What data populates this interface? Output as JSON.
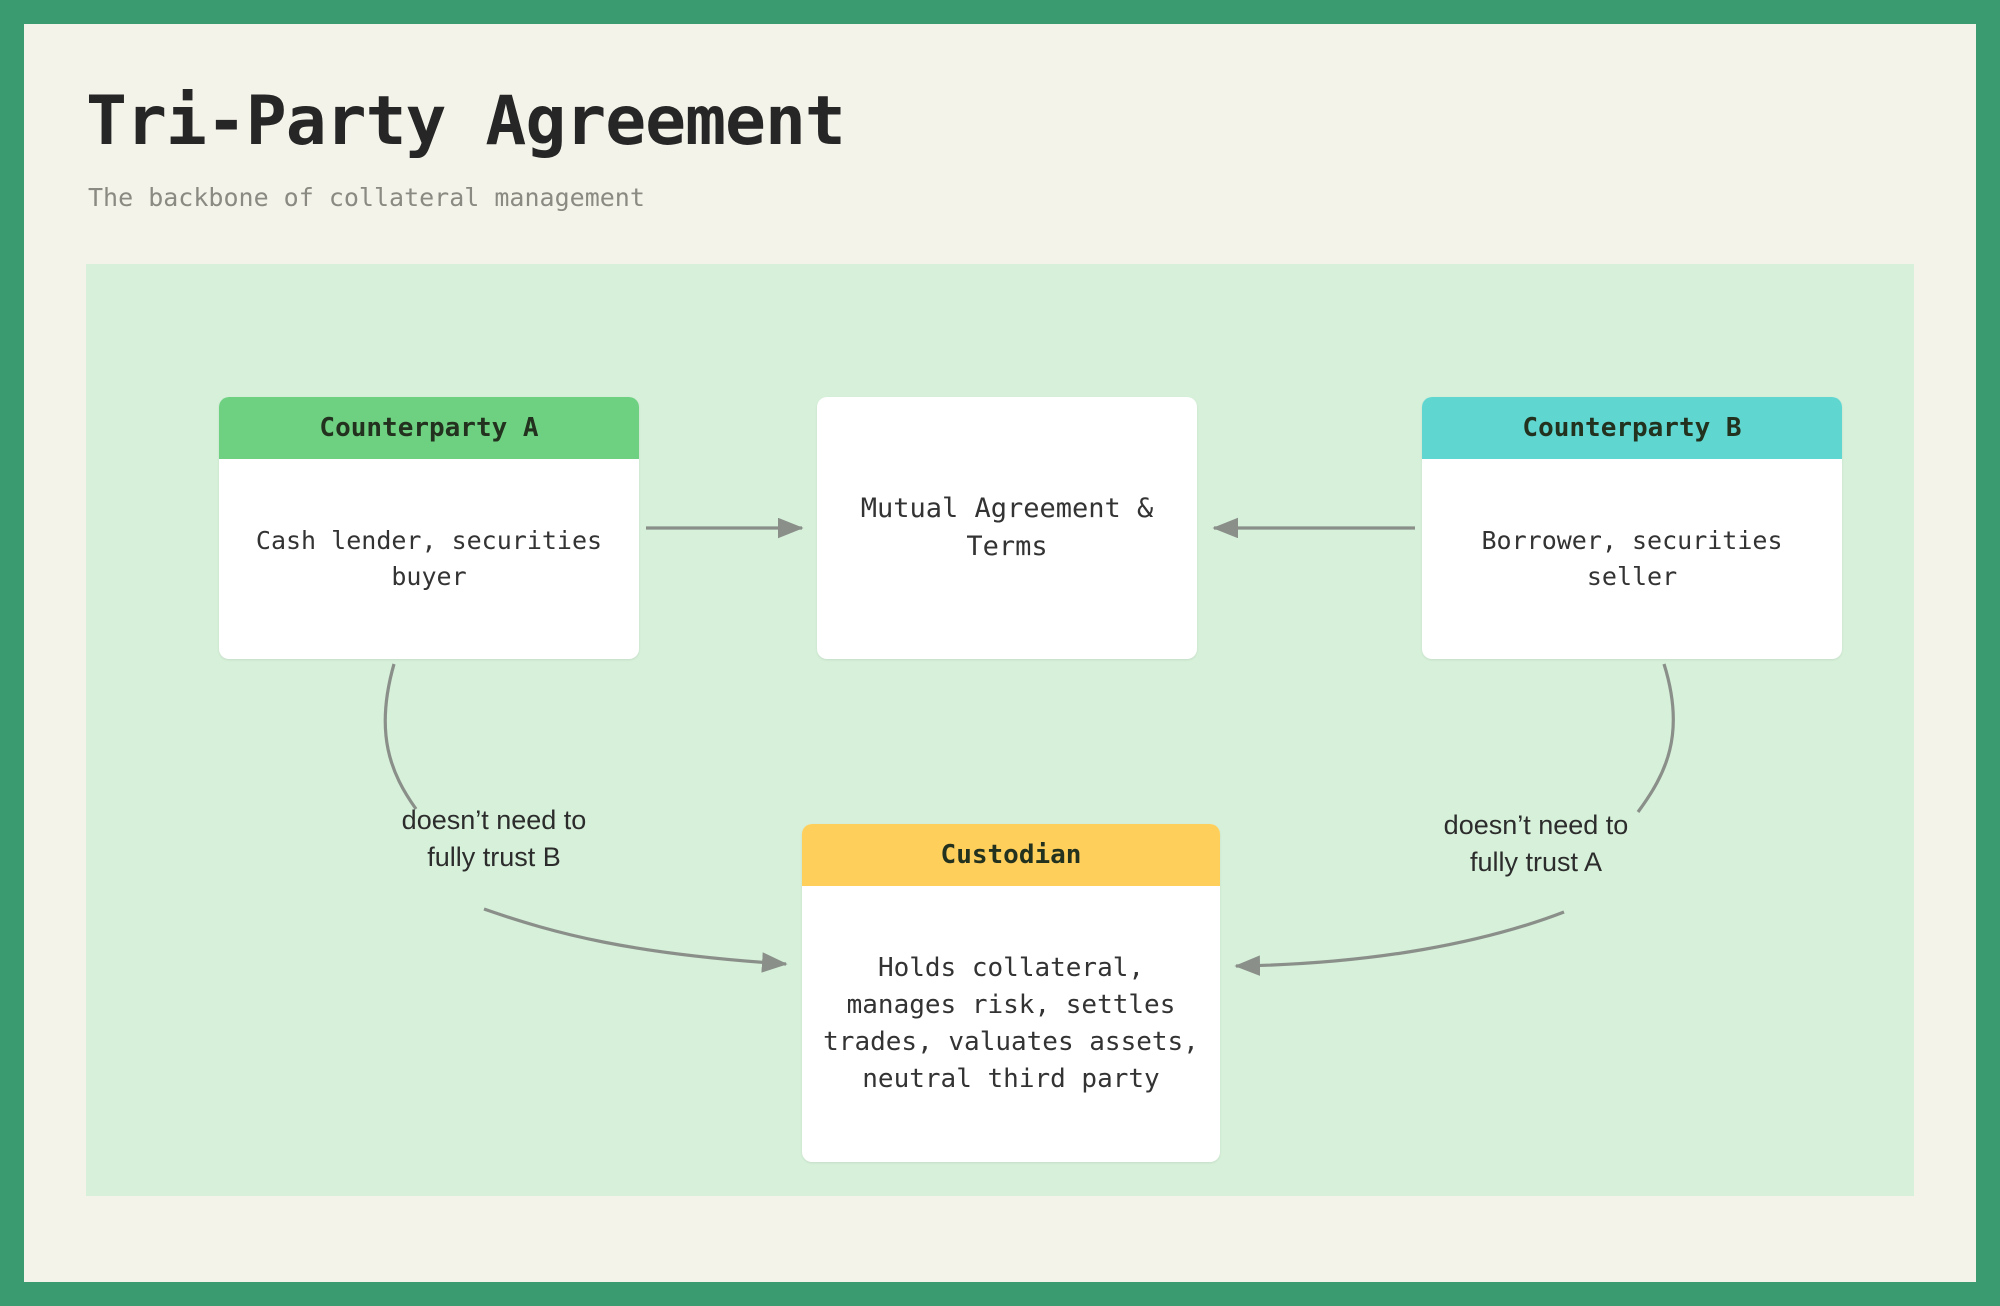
{
  "header": {
    "title": "Tri-Party Agreement",
    "subtitle": "The backbone of collateral management"
  },
  "colors": {
    "outer_frame": "#3a9a70",
    "page_background": "#f4f3ea",
    "canvas_background": "#d6f0d9",
    "counterparty_a_header": "#6ed181",
    "counterparty_b_header": "#5fd6d0",
    "custodian_header": "#ffcf5c",
    "node_body": "#ffffff",
    "edge_stroke": "#8a8f8a",
    "title_text": "#262626",
    "subtitle_text": "#8a8a82"
  },
  "diagram": {
    "type": "flow",
    "nodes": [
      {
        "id": "counterparty-a",
        "header": "Counterparty A",
        "body": "Cash lender, securities buyer",
        "header_color": "#6ed181"
      },
      {
        "id": "mutual-agreement",
        "header": "",
        "body": "Mutual Agreement & Terms",
        "header_color": null
      },
      {
        "id": "counterparty-b",
        "header": "Counterparty B",
        "body": "Borrower, securities seller",
        "header_color": "#5fd6d0"
      },
      {
        "id": "custodian",
        "header": "Custodian",
        "body": "Holds collateral, manages risk, settles trades, valuates assets, neutral third party",
        "header_color": "#ffcf5c"
      }
    ],
    "edges": [
      {
        "id": "a-to-mutual",
        "from": "counterparty-a",
        "to": "mutual-agreement",
        "label": "",
        "style": "straight-arrow"
      },
      {
        "id": "b-to-mutual",
        "from": "counterparty-b",
        "to": "mutual-agreement",
        "label": "",
        "style": "straight-arrow"
      },
      {
        "id": "a-to-custodian",
        "from": "counterparty-a",
        "to": "custodian",
        "label": "doesn’t need to fully trust B",
        "style": "curved-arrow"
      },
      {
        "id": "b-to-custodian",
        "from": "counterparty-b",
        "to": "custodian",
        "label": "doesn’t need to fully trust A",
        "style": "curved-arrow"
      }
    ],
    "edge_labels": {
      "left_line1": "doesn’t need to",
      "left_line2": "fully trust B",
      "right_line1": "doesn’t need to",
      "right_line2": "fully trust A"
    }
  }
}
